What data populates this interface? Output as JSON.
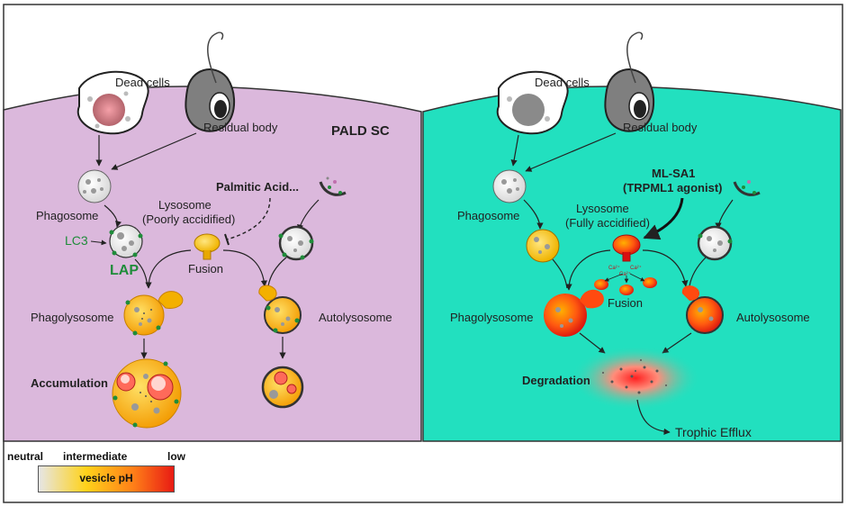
{
  "left_panel": {
    "title": "PALD SC",
    "dead_cells": "Dead cells",
    "residual_body": "Residual body",
    "phagosome": "Phagosome",
    "lysosome": "Lysosome",
    "lysosome_state": "(Poorly accidified)",
    "palmitic_acid": "Palmitic Acid...",
    "lc3": "LC3",
    "lap": "LAP",
    "fusion": "Fusion",
    "phagolysosome": "Phagolysosome",
    "autolysosome": "Autolysosome",
    "accumulation": "Accumulation"
  },
  "right_panel": {
    "dead_cells": "Dead cells",
    "residual_body": "Residual body",
    "phagosome": "Phagosome",
    "agonist_name": "ML-SA1",
    "agonist_desc": "(TRPML1 agonist)",
    "lysosome": "Lysosome",
    "lysosome_state": "(Fully accidified)",
    "calcium": "Ca²⁺",
    "fusion": "Fusion",
    "phagolysosome": "Phagolysosome",
    "autolysosome": "Autolysosome",
    "degradation": "Degradation",
    "efflux": "Trophic Efflux"
  },
  "legend": {
    "neutral": "neutral",
    "intermediate": "intermediate",
    "low": "low",
    "bar_label": "vesicle pH"
  },
  "colors": {
    "left_bg": "#dbb8dc",
    "right_bg": "#22e0bf",
    "lc3_green": "#1f8c3a"
  }
}
